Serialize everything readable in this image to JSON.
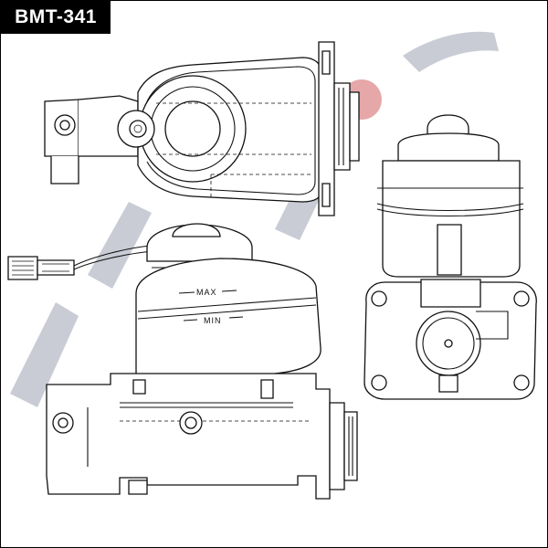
{
  "part_number": "BMT-341",
  "reservoir_labels": {
    "max": "MAX",
    "min": "MIN"
  },
  "watermark": {
    "primary_color": "#c9ccd4",
    "accent_color": "#e6a7a9"
  }
}
